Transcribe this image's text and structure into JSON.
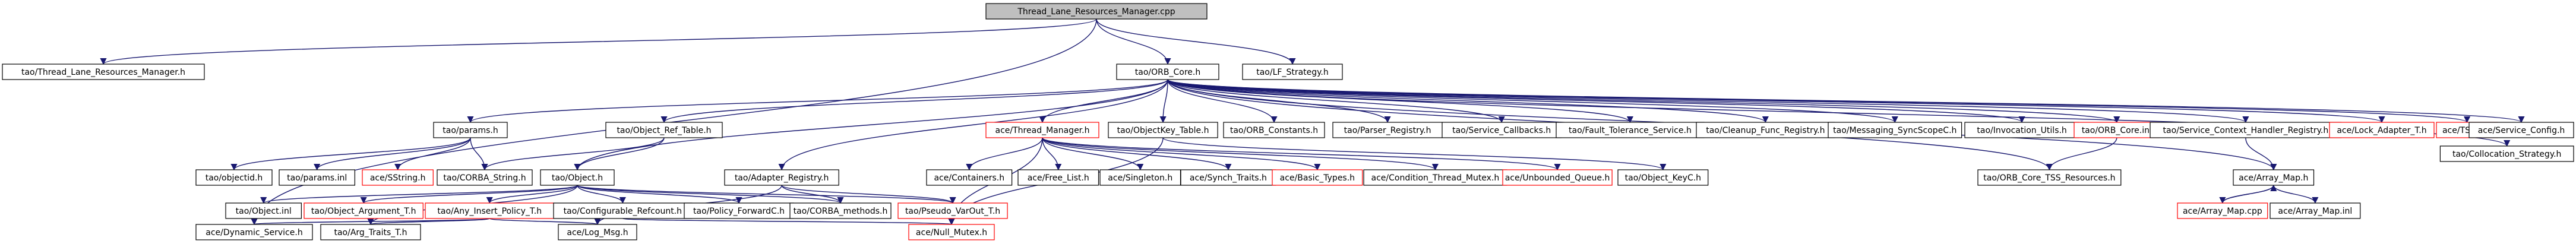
{
  "nodes": {
    "root": {
      "label": "Thread_Lane_Resources_Manager.cpp",
      "kind": "root"
    },
    "tlrm_h": {
      "label": "tao/Thread_Lane_Resources_Manager.h",
      "kind": "normal"
    },
    "orb_core_h": {
      "label": "tao/ORB_Core.h",
      "kind": "normal"
    },
    "lf_strategy_h": {
      "label": "tao/LF_Strategy.h",
      "kind": "normal"
    },
    "params_h": {
      "label": "tao/params.h",
      "kind": "normal"
    },
    "object_ref_table_h": {
      "label": "tao/Object_Ref_Table.h",
      "kind": "normal"
    },
    "thread_manager_h": {
      "label": "ace/Thread_Manager.h",
      "kind": "red"
    },
    "objectkey_table_h": {
      "label": "tao/ObjectKey_Table.h",
      "kind": "normal"
    },
    "orb_constants_h": {
      "label": "tao/ORB_Constants.h",
      "kind": "normal"
    },
    "parser_registry_h": {
      "label": "tao/Parser_Registry.h",
      "kind": "normal"
    },
    "service_callbacks_h": {
      "label": "tao/Service_Callbacks.h",
      "kind": "normal"
    },
    "fault_tolerance_service_h": {
      "label": "tao/Fault_Tolerance_Service.h",
      "kind": "normal"
    },
    "cleanup_func_registry_h": {
      "label": "tao/Cleanup_Func_Registry.h",
      "kind": "normal"
    },
    "messaging_syncscopec_h": {
      "label": "tao/Messaging_SyncScopeC.h",
      "kind": "normal"
    },
    "invocation_utils_h": {
      "label": "tao/Invocation_Utils.h",
      "kind": "normal"
    },
    "orb_core_inl": {
      "label": "tao/ORB_Core.inl",
      "kind": "red"
    },
    "service_context_handler_registry_h": {
      "label": "tao/Service_Context_Handler_Registry.h",
      "kind": "normal"
    },
    "lock_adapter_t_h": {
      "label": "ace/Lock_Adapter_T.h",
      "kind": "red"
    },
    "tss_t_h": {
      "label": "ace/TSS_T.h",
      "kind": "red"
    },
    "service_config_h": {
      "label": "ace/Service_Config.h",
      "kind": "normal"
    },
    "collocation_strategy_h": {
      "label": "tao/Collocation_Strategy.h",
      "kind": "normal"
    },
    "objectid_h": {
      "label": "tao/objectid.h",
      "kind": "normal"
    },
    "params_inl": {
      "label": "tao/params.inl",
      "kind": "normal"
    },
    "sstring_h": {
      "label": "ace/SString.h",
      "kind": "red"
    },
    "corba_string_h": {
      "label": "tao/CORBA_String.h",
      "kind": "normal"
    },
    "object_h": {
      "label": "tao/Object.h",
      "kind": "normal"
    },
    "adapter_registry_h": {
      "label": "tao/Adapter_Registry.h",
      "kind": "normal"
    },
    "containers_h": {
      "label": "ace/Containers.h",
      "kind": "normal"
    },
    "free_list_h": {
      "label": "ace/Free_List.h",
      "kind": "normal"
    },
    "singleton_h": {
      "label": "ace/Singleton.h",
      "kind": "normal"
    },
    "synch_traits_h": {
      "label": "ace/Synch_Traits.h",
      "kind": "normal"
    },
    "basic_types_h": {
      "label": "ace/Basic_Types.h",
      "kind": "red"
    },
    "condition_thread_mutex_h": {
      "label": "ace/Condition_Thread_Mutex.h",
      "kind": "normal"
    },
    "unbounded_queue_h": {
      "label": "ace/Unbounded_Queue.h",
      "kind": "red"
    },
    "object_keyc_h": {
      "label": "tao/Object_KeyC.h",
      "kind": "normal"
    },
    "orb_core_tss_resources_h": {
      "label": "tao/ORB_Core_TSS_Resources.h",
      "kind": "normal"
    },
    "array_map_h": {
      "label": "ace/Array_Map.h",
      "kind": "normal"
    },
    "array_map_cpp": {
      "label": "ace/Array_Map.cpp",
      "kind": "red"
    },
    "array_map_inl": {
      "label": "ace/Array_Map.inl",
      "kind": "normal"
    },
    "object_inl": {
      "label": "tao/Object.inl",
      "kind": "normal"
    },
    "object_argument_t_h": {
      "label": "tao/Object_Argument_T.h",
      "kind": "red"
    },
    "any_insert_policy_t_h": {
      "label": "tao/Any_Insert_Policy_T.h",
      "kind": "red"
    },
    "configurable_refcount_h": {
      "label": "tao/Configurable_Refcount.h",
      "kind": "normal"
    },
    "policy_forwardc_h": {
      "label": "tao/Policy_ForwardC.h",
      "kind": "normal"
    },
    "corba_methods_h": {
      "label": "tao/CORBA_methods.h",
      "kind": "normal"
    },
    "pseudo_var_t_h": {
      "label": "tao/Pseudo_VarOut_T.h",
      "kind": "red"
    },
    "dynamic_service_h": {
      "label": "ace/Dynamic_Service.h",
      "kind": "normal"
    },
    "arg_traits_t_h": {
      "label": "tao/Arg_Traits_T.h",
      "kind": "normal"
    },
    "log_msg_h": {
      "label": "ace/Log_Msg.h",
      "kind": "normal"
    },
    "null_mutex_h": {
      "label": "ace/Null_Mutex.h",
      "kind": "red"
    }
  },
  "edges": [
    [
      "root",
      "tlrm_h"
    ],
    [
      "root",
      "orb_core_h"
    ],
    [
      "root",
      "lf_strategy_h"
    ],
    [
      "root",
      "dynamic_service_h"
    ],
    [
      "orb_core_h",
      "params_h"
    ],
    [
      "orb_core_h",
      "object_ref_table_h"
    ],
    [
      "orb_core_h",
      "thread_manager_h"
    ],
    [
      "orb_core_h",
      "objectkey_table_h"
    ],
    [
      "orb_core_h",
      "orb_constants_h"
    ],
    [
      "orb_core_h",
      "parser_registry_h"
    ],
    [
      "orb_core_h",
      "service_callbacks_h"
    ],
    [
      "orb_core_h",
      "fault_tolerance_service_h"
    ],
    [
      "orb_core_h",
      "cleanup_func_registry_h"
    ],
    [
      "orb_core_h",
      "messaging_syncscopec_h"
    ],
    [
      "orb_core_h",
      "invocation_utils_h"
    ],
    [
      "orb_core_h",
      "orb_core_inl"
    ],
    [
      "orb_core_h",
      "service_context_handler_registry_h"
    ],
    [
      "orb_core_h",
      "lock_adapter_t_h"
    ],
    [
      "orb_core_h",
      "tss_t_h"
    ],
    [
      "orb_core_h",
      "service_config_h"
    ],
    [
      "orb_core_h",
      "collocation_strategy_h"
    ],
    [
      "orb_core_h",
      "adapter_registry_h"
    ],
    [
      "orb_core_h",
      "object_h"
    ],
    [
      "orb_core_h",
      "array_map_h"
    ],
    [
      "orb_core_h",
      "orb_core_tss_resources_h"
    ],
    [
      "params_h",
      "objectid_h"
    ],
    [
      "params_h",
      "params_inl"
    ],
    [
      "params_h",
      "sstring_h"
    ],
    [
      "params_h",
      "corba_string_h"
    ],
    [
      "object_ref_table_h",
      "object_h"
    ],
    [
      "object_ref_table_h",
      "corba_string_h"
    ],
    [
      "thread_manager_h",
      "containers_h"
    ],
    [
      "thread_manager_h",
      "free_list_h"
    ],
    [
      "thread_manager_h",
      "singleton_h"
    ],
    [
      "thread_manager_h",
      "synch_traits_h"
    ],
    [
      "thread_manager_h",
      "basic_types_h"
    ],
    [
      "thread_manager_h",
      "condition_thread_mutex_h"
    ],
    [
      "thread_manager_h",
      "unbounded_queue_h"
    ],
    [
      "thread_manager_h",
      "null_mutex_h"
    ],
    [
      "objectkey_table_h",
      "object_keyc_h"
    ],
    [
      "objectkey_table_h",
      "null_mutex_h"
    ],
    [
      "orb_core_inl",
      "orb_core_tss_resources_h"
    ],
    [
      "service_context_handler_registry_h",
      "array_map_h"
    ],
    [
      "array_map_h",
      "array_map_cpp"
    ],
    [
      "array_map_h",
      "array_map_inl"
    ],
    [
      "array_map_cpp",
      "array_map_h"
    ],
    [
      "object_h",
      "object_inl"
    ],
    [
      "object_h",
      "object_argument_t_h"
    ],
    [
      "object_h",
      "any_insert_policy_t_h"
    ],
    [
      "object_h",
      "configurable_refcount_h"
    ],
    [
      "object_h",
      "policy_forwardc_h"
    ],
    [
      "object_h",
      "corba_methods_h"
    ],
    [
      "object_h",
      "pseudo_var_t_h"
    ],
    [
      "object_h",
      "arg_traits_t_h"
    ],
    [
      "adapter_registry_h",
      "corba_methods_h"
    ],
    [
      "adapter_registry_h",
      "pseudo_var_t_h"
    ],
    [
      "adapter_registry_h",
      "log_msg_h"
    ],
    [
      "any_insert_policy_t_h",
      "dynamic_service_h"
    ],
    [
      "any_insert_policy_t_h",
      "arg_traits_t_h"
    ],
    [
      "any_insert_policy_t_h",
      "log_msg_h"
    ],
    [
      "configurable_refcount_h",
      "null_mutex_h"
    ]
  ],
  "colors": {
    "root_fill": "#bfbfbf",
    "node_fill": "#ffffff",
    "normal_border": "#000000",
    "red_border": "#ff0000",
    "edge": "#191970",
    "text": "#000000"
  }
}
